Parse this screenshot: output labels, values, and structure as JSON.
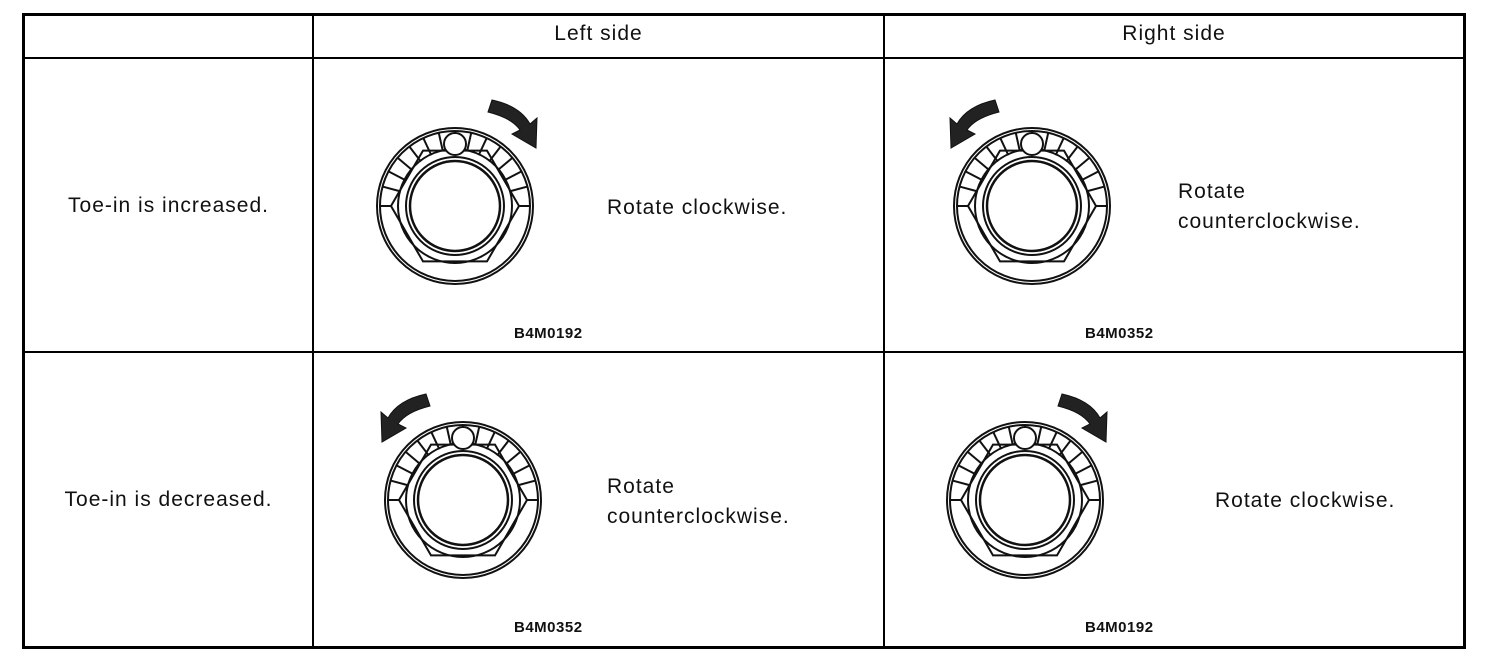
{
  "header": {
    "left_side": "Left side",
    "right_side": "Right side"
  },
  "rows": [
    {
      "label": "Toe-in is increased.",
      "left": {
        "instruction_lines": [
          "Rotate clockwise."
        ],
        "code": "B4M0192",
        "direction": "clockwise"
      },
      "right": {
        "instruction_lines": [
          "Rotate",
          "counterclockwise."
        ],
        "code": "B4M0352",
        "direction": "counterclockwise"
      }
    },
    {
      "label": "Toe-in is decreased.",
      "left": {
        "instruction_lines": [
          "Rotate",
          "counterclockwise."
        ],
        "code": "B4M0352",
        "direction": "counterclockwise"
      },
      "right": {
        "instruction_lines": [
          "Rotate clockwise."
        ],
        "code": "B4M0192",
        "direction": "clockwise"
      }
    }
  ]
}
